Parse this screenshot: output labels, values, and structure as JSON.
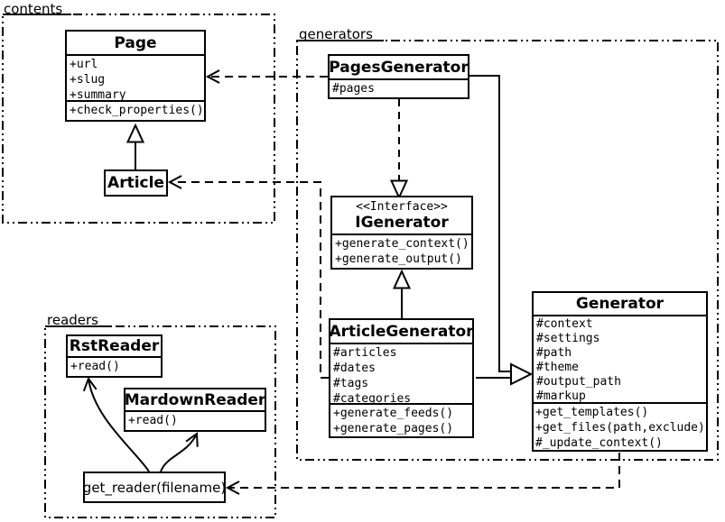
{
  "diagram": {
    "packages": {
      "contents": {
        "label": "contents"
      },
      "generators": {
        "label": "generators"
      },
      "readers": {
        "label": "readers"
      }
    },
    "classes": {
      "page": {
        "name": "Page",
        "attributes": [
          "+url",
          "+slug",
          "+summary"
        ],
        "methods": [
          "+check_properties()"
        ]
      },
      "article": {
        "name": "Article"
      },
      "pages_generator": {
        "name": "PagesGenerator",
        "attributes": [
          "#pages"
        ]
      },
      "igenerator": {
        "stereotype": "<<Interface>>",
        "name": "IGenerator",
        "methods": [
          "+generate_context()",
          "+generate_output()"
        ]
      },
      "article_generator": {
        "name": "ArticleGenerator",
        "attributes": [
          "#articles",
          "#dates",
          "#tags",
          "#categories"
        ],
        "methods": [
          "+generate_feeds()",
          "+generate_pages()"
        ]
      },
      "generator": {
        "name": "Generator",
        "attributes": [
          "#context",
          "#settings",
          "#path",
          "#theme",
          "#output_path",
          "#markup"
        ],
        "methods": [
          "+get_templates()",
          "+get_files(path,exclude)",
          "#_update_context()"
        ]
      },
      "rst_reader": {
        "name": "RstReader",
        "methods": [
          "+read()"
        ]
      },
      "mardown_reader": {
        "name": "MardownReader",
        "methods": [
          "+read()"
        ]
      },
      "get_reader": {
        "label": "get_reader(filename)"
      }
    },
    "relationships": [
      {
        "from": "Article",
        "to": "Page",
        "type": "generalization"
      },
      {
        "from": "PagesGenerator",
        "to": "Page",
        "type": "dependency"
      },
      {
        "from": "ArticleGenerator",
        "to": "Article",
        "type": "dependency"
      },
      {
        "from": "PagesGenerator",
        "to": "IGenerator",
        "type": "realization"
      },
      {
        "from": "ArticleGenerator",
        "to": "IGenerator",
        "type": "generalization"
      },
      {
        "from": "PagesGenerator",
        "to": "Generator",
        "type": "generalization"
      },
      {
        "from": "ArticleGenerator",
        "to": "Generator",
        "type": "generalization"
      },
      {
        "from": "Generator",
        "to": "get_reader(filename)",
        "type": "dependency"
      },
      {
        "from": "get_reader(filename)",
        "to": "RstReader",
        "type": "arrow"
      },
      {
        "from": "get_reader(filename)",
        "to": "MardownReader",
        "type": "arrow"
      }
    ],
    "colors": {
      "line": "#000000",
      "background": "#ffffff"
    }
  }
}
